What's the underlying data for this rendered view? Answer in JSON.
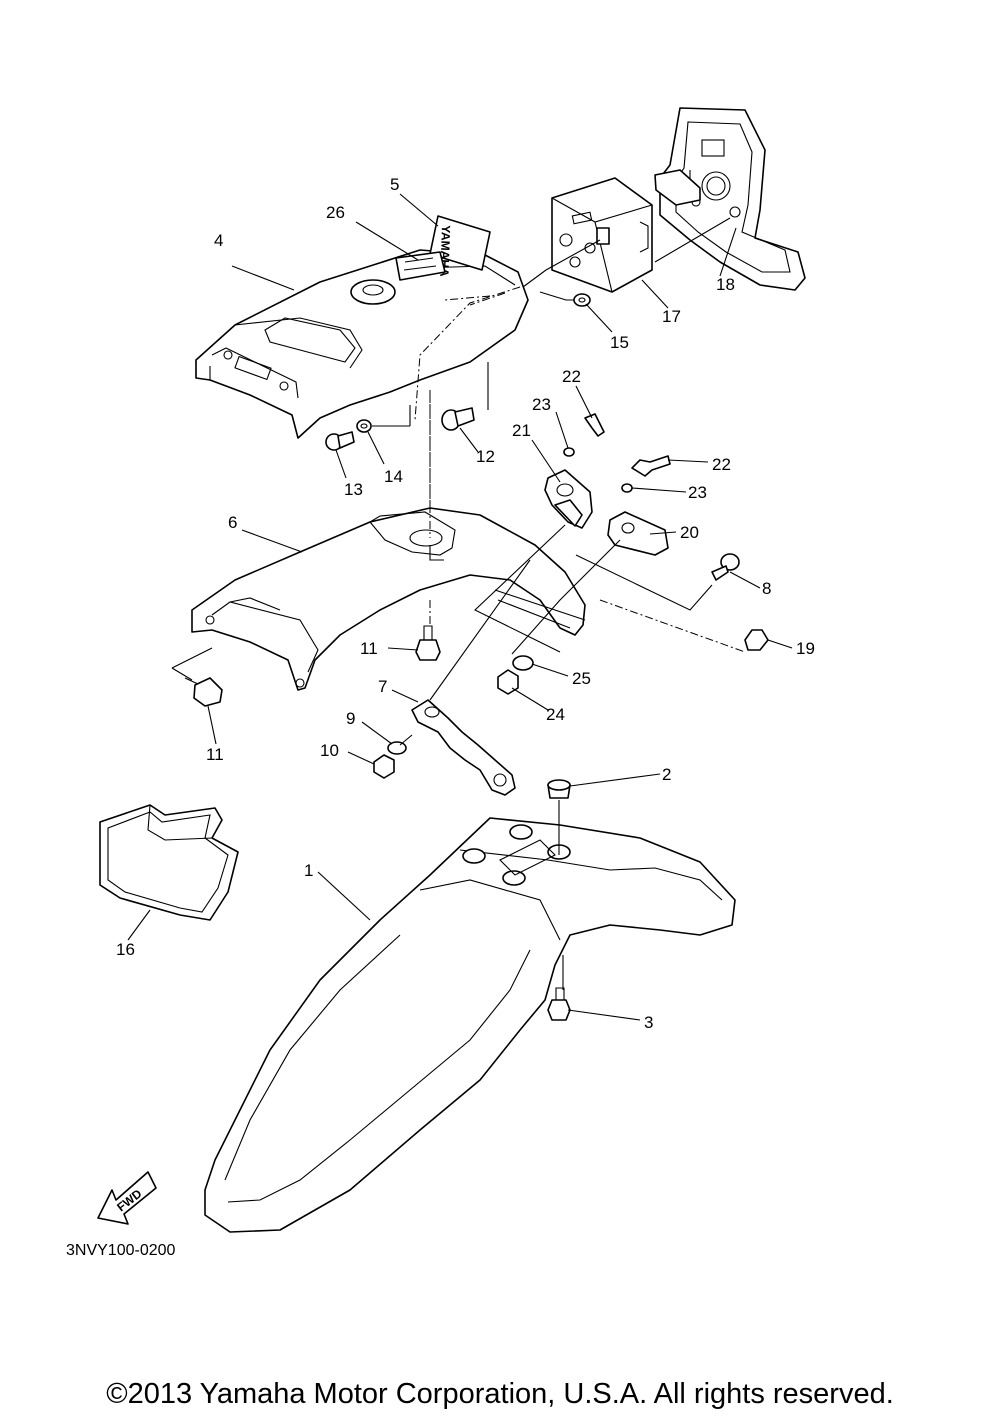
{
  "diagram_code": "3NVY100-0200",
  "fwd_label": "FWD",
  "logo_text": "YAMAHA",
  "copyright": "©2013 Yamaha Motor Corporation, U.S.A. All rights reserved.",
  "callouts": [
    {
      "id": "c1",
      "label": "1"
    },
    {
      "id": "c2",
      "label": "2"
    },
    {
      "id": "c3",
      "label": "3"
    },
    {
      "id": "c4",
      "label": "4"
    },
    {
      "id": "c5",
      "label": "5"
    },
    {
      "id": "c6",
      "label": "6"
    },
    {
      "id": "c7",
      "label": "7"
    },
    {
      "id": "c8",
      "label": "8"
    },
    {
      "id": "c9",
      "label": "9"
    },
    {
      "id": "c10",
      "label": "10"
    },
    {
      "id": "c11a",
      "label": "11"
    },
    {
      "id": "c11b",
      "label": "11"
    },
    {
      "id": "c12",
      "label": "12"
    },
    {
      "id": "c13",
      "label": "13"
    },
    {
      "id": "c14",
      "label": "14"
    },
    {
      "id": "c15",
      "label": "15"
    },
    {
      "id": "c16",
      "label": "16"
    },
    {
      "id": "c17",
      "label": "17"
    },
    {
      "id": "c18",
      "label": "18"
    },
    {
      "id": "c19",
      "label": "19"
    },
    {
      "id": "c20",
      "label": "20"
    },
    {
      "id": "c21",
      "label": "21"
    },
    {
      "id": "c22a",
      "label": "22"
    },
    {
      "id": "c22b",
      "label": "22"
    },
    {
      "id": "c23a",
      "label": "23"
    },
    {
      "id": "c23b",
      "label": "23"
    },
    {
      "id": "c24",
      "label": "24"
    },
    {
      "id": "c25",
      "label": "25"
    },
    {
      "id": "c26",
      "label": "26"
    }
  ]
}
